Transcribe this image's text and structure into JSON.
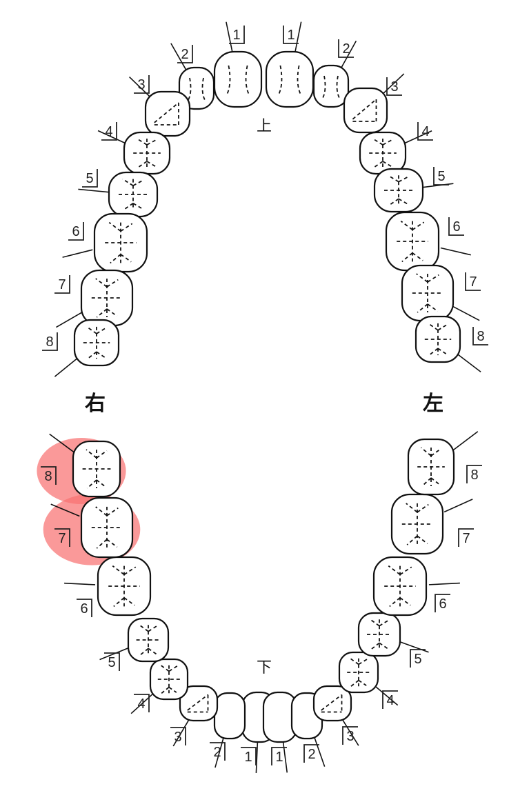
{
  "jaw_labels": {
    "upper": "上",
    "lower": "下"
  },
  "side_labels": {
    "right": "右",
    "left": "左"
  },
  "tooth_numbers": {
    "upper_right": [
      "1",
      "2",
      "3",
      "4",
      "5",
      "6",
      "7",
      "8"
    ],
    "upper_left": [
      "1",
      "2",
      "3",
      "4",
      "5",
      "6",
      "7",
      "8"
    ],
    "lower_right": [
      "1",
      "2",
      "3",
      "4",
      "5",
      "6",
      "7",
      "8"
    ],
    "lower_left": [
      "1",
      "2",
      "3",
      "4",
      "5",
      "6",
      "7",
      "8"
    ]
  },
  "highlighted_teeth": [
    {
      "quadrant": "lower_right",
      "tooth": "8"
    },
    {
      "quadrant": "lower_right",
      "tooth": "7"
    }
  ],
  "colors": {
    "highlight": "#f87171",
    "outline": "#111111"
  }
}
